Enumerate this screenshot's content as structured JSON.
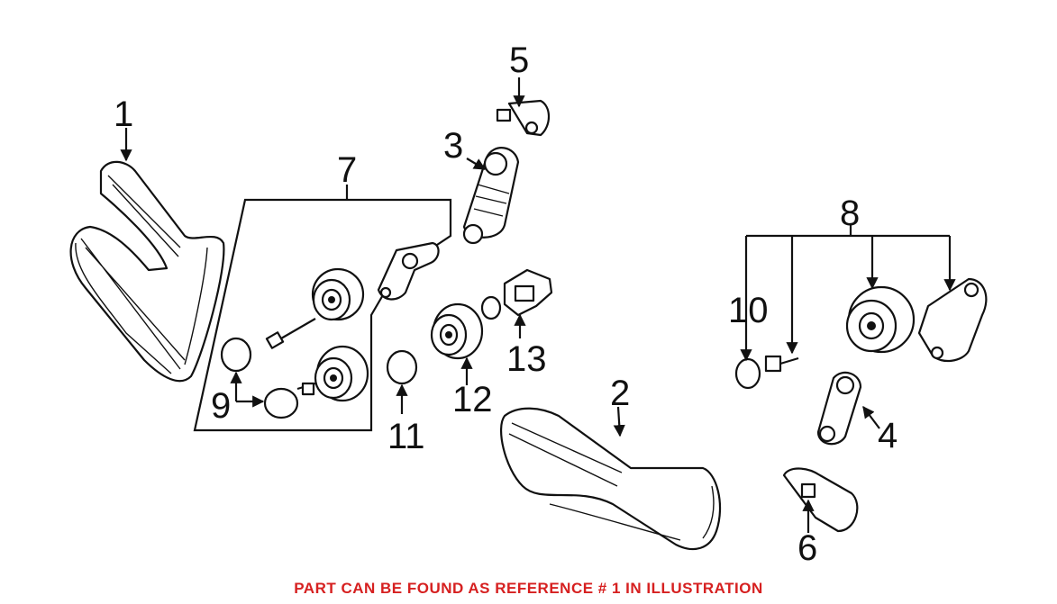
{
  "diagram": {
    "callouts": [
      {
        "id": "1",
        "label": "1"
      },
      {
        "id": "2",
        "label": "2"
      },
      {
        "id": "3",
        "label": "3"
      },
      {
        "id": "4",
        "label": "4"
      },
      {
        "id": "5",
        "label": "5"
      },
      {
        "id": "6",
        "label": "6"
      },
      {
        "id": "7",
        "label": "7"
      },
      {
        "id": "8",
        "label": "8"
      },
      {
        "id": "9",
        "label": "9"
      },
      {
        "id": "10",
        "label": "10"
      },
      {
        "id": "11",
        "label": "11"
      },
      {
        "id": "12",
        "label": "12"
      },
      {
        "id": "13",
        "label": "13"
      }
    ]
  },
  "footer": {
    "note": "PART CAN BE FOUND AS REFERENCE # 1 IN ILLUSTRATION",
    "note_color": "#d62020"
  }
}
